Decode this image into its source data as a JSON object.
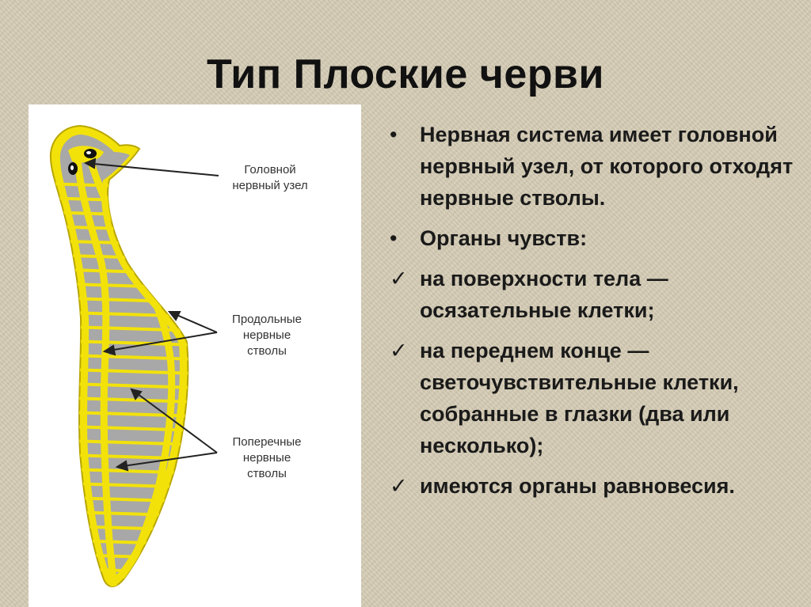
{
  "slide": {
    "title": "Тип Плоские черви"
  },
  "figure": {
    "labels": {
      "head_ganglion": [
        "Головной",
        "нервный узел"
      ],
      "longitudinal_trunks": [
        "Продольные",
        "нервные",
        "стволы"
      ],
      "transverse_trunks": [
        "Поперечные",
        "нервные",
        "стволы"
      ]
    },
    "colors": {
      "body_yellow": "#f2e20a",
      "body_gray": "#a8a8a8",
      "arrow": "#222222"
    }
  },
  "bullets": [
    {
      "marker": "•",
      "marker_type": "bullet",
      "text": "Нервная система имеет головной нервный узел, от которого отходят нервные стволы."
    },
    {
      "marker": "•",
      "marker_type": "bullet",
      "text": "Органы чувств:"
    },
    {
      "marker": "✓",
      "marker_type": "check",
      "text": "на поверхности тела — осязательные клетки;"
    },
    {
      "marker": "✓",
      "marker_type": "check",
      "text": "на переднем конце — светочувствительные клетки,  собранные в глазки (два или несколько);"
    },
    {
      "marker": "✓",
      "marker_type": "check",
      "text": "имеются органы равновесия."
    }
  ]
}
